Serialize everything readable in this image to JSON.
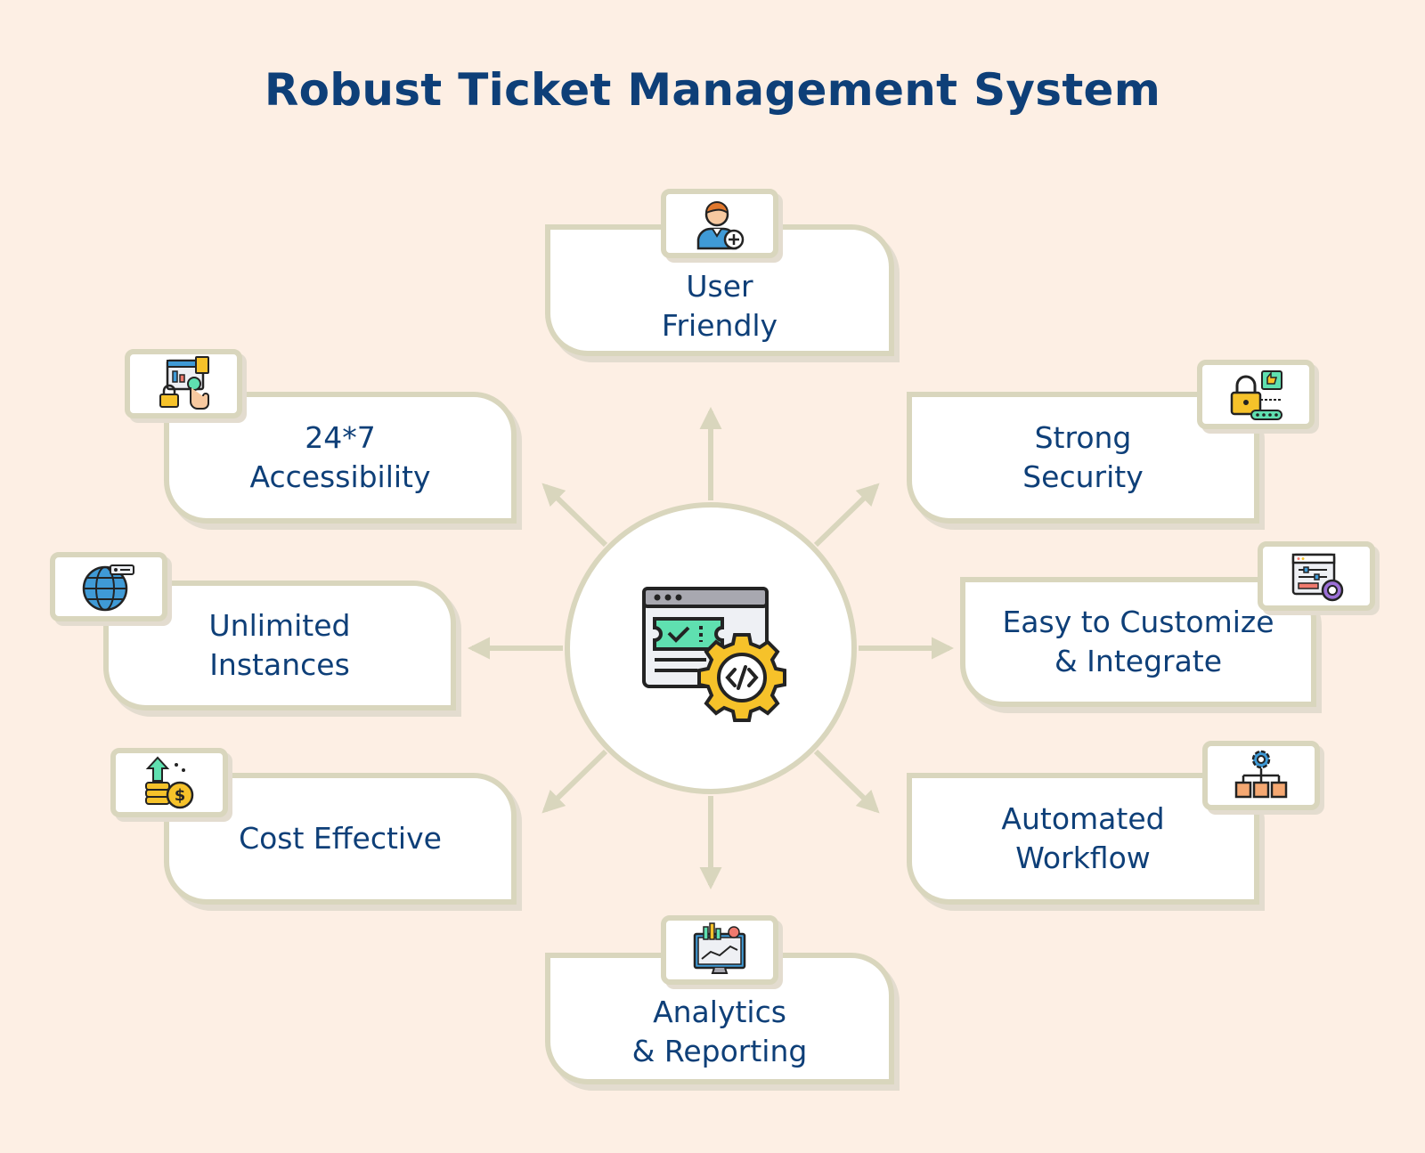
{
  "title": "Robust Ticket Management System",
  "center": {
    "icon": "ticket-gear-code-icon"
  },
  "features": [
    {
      "id": "user-friendly",
      "label": "User\nFriendly",
      "icon": "user-add-icon"
    },
    {
      "id": "strong-security",
      "label": "Strong\nSecurity",
      "icon": "lock-password-icon"
    },
    {
      "id": "customize-integrate",
      "label": "Easy to Customize\n& Integrate",
      "icon": "settings-window-icon"
    },
    {
      "id": "automated-workflow",
      "label": "Automated\nWorkflow",
      "icon": "gear-hierarchy-icon"
    },
    {
      "id": "analytics-reporting",
      "label": "Analytics\n& Reporting",
      "icon": "monitor-chart-icon"
    },
    {
      "id": "cost-effective",
      "label": "Cost Effective",
      "icon": "coins-dollar-icon"
    },
    {
      "id": "unlimited-instances",
      "label": "Unlimited\nInstances",
      "icon": "globe-icon"
    },
    {
      "id": "accessibility",
      "label": "24*7\nAccessibility",
      "icon": "dashboard-touch-icon"
    }
  ],
  "colors": {
    "background": "#fdefe4",
    "title": "#0e3f78",
    "border": "#d9d6bd",
    "arrow": "#d9d6bd",
    "icon_blue": "#3f9ad6",
    "icon_green": "#5fe0b0",
    "icon_yellow": "#f6c22a",
    "icon_red": "#ef7a6e",
    "icon_outline": "#232323"
  }
}
